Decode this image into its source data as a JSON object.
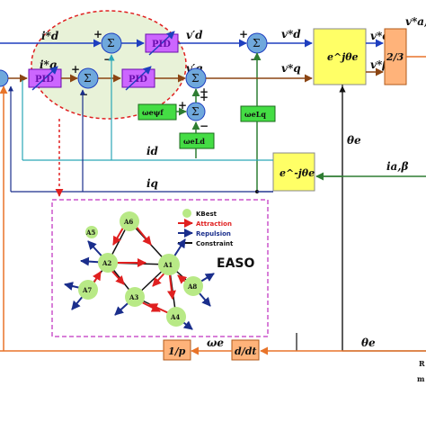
{
  "colors": {
    "blue_line": "#1f3fbf",
    "brown_line": "#8b4513",
    "green_line": "#2e7d32",
    "orange_line": "#e8742a",
    "cyan_line": "#2aa7b8",
    "sum_fill": "#6fa8dc",
    "pid_fill": "#cc66ff",
    "yellow_fill": "#ffff66",
    "green_fill": "#44dd44",
    "orange_fill": "#ffb37a",
    "ellipse_fill": "#e8f2d8",
    "ellipse_stroke": "#e02020",
    "easo_border": "#cc55cc",
    "agent_fill": "#b8e986",
    "attraction": "#e02020",
    "repulsion": "#1a2e8c"
  },
  "signals": {
    "id_ref": "i*d",
    "iq_ref": "i*q",
    "vd_prime": "v′d",
    "vq_prime": "v′q",
    "vd_ref": "v*d",
    "vq_ref": "v*q",
    "valpha_ref": "v*α",
    "vbeta_ref": "v*β",
    "vabc_ref": "v*a,b,",
    "theta_e_1": "θe",
    "theta_e_2": "θe",
    "id": "id",
    "iq": "iq",
    "iab": "ia,β",
    "omega_e": "ωe"
  },
  "blocks": {
    "pid_1": "PID",
    "pid_2": "PID",
    "pid_3": "PID",
    "inv_park": "e^jθe",
    "park": "e^-jθe",
    "two_three": "2/3",
    "psi_f": "ωeψf",
    "lq": "ωeLq",
    "ld": "ωeLd",
    "inv_p": "1/p",
    "ddt": "d/dt",
    "sum": "Σ"
  },
  "easo": {
    "title": "EASO",
    "legend": {
      "kbest": "KBest",
      "attraction": "Attraction",
      "repulsion": "Repulsion",
      "constraint": "Constraint"
    },
    "agents": [
      "A6",
      "A5",
      "A2",
      "A1",
      "A7",
      "A3",
      "A8",
      "A4"
    ]
  },
  "edge_text": {
    "r1": "R",
    "r2": "m"
  }
}
